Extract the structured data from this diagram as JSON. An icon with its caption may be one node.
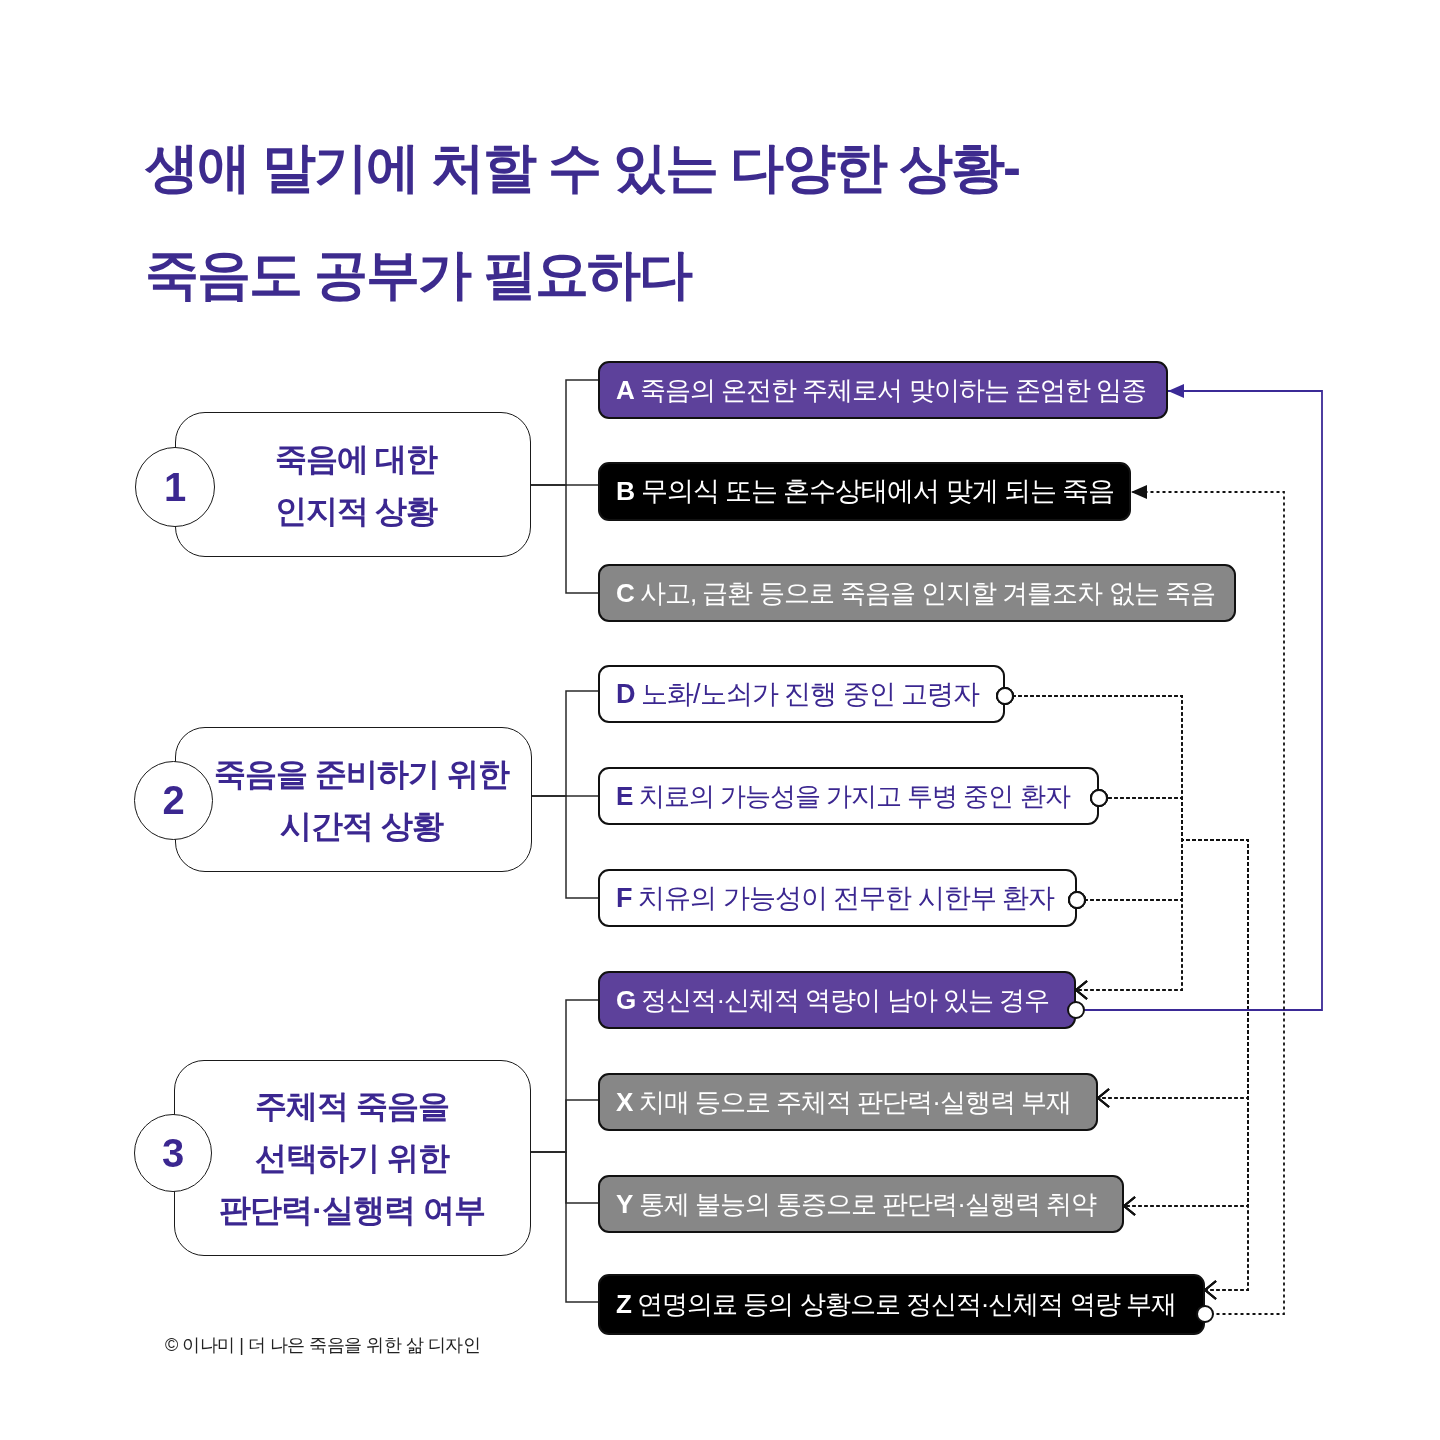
{
  "diagram": {
    "title": "생애 말기에 처할 수 있는 다양한 상황- 죽음도 공부가 필요하다",
    "nodes": [
      {
        "text": [
          "1"
        ]
      },
      {
        "text": [
          "죽음에 대한 인지적 상황"
        ]
      },
      {
        "text": [
          "**A** 죽음의 온전한 주체로서 맞이하는 존엄한 임종"
        ]
      },
      {
        "text": [
          "**B** 무의식 또는 혼수상태에서 맞게 되는 죽음"
        ]
      },
      {
        "text": [
          "**C** 사고, 급환 등으로 죽음을 인지할 겨를조차 없는 죽음"
        ]
      },
      {
        "text": [
          "2"
        ]
      },
      {
        "text": [
          "죽음을 준비하기 위한 시간적 상황"
        ]
      },
      {
        "text": [
          "**D** 노화/노쇠가 진행 중인 고령자"
        ]
      },
      {
        "text": [
          "**E** 치료의 가능성을 가지고 투병 중인 환자"
        ]
      },
      {
        "text": [
          "**F** 치유의 가능성이 전무한 시한부 환자"
        ]
      },
      {
        "text": [
          "3"
        ]
      },
      {
        "text": [
          "주체적 죽음을 선택하기 위한 판단력·실행력 여부"
        ]
      },
      {
        "text": [
          "**G** 정신적·신체적 역량이 남아 있는 경우"
        ]
      },
      {
        "text": [
          "**X** 치매 등으로 주체적 판단력·실행력 부재"
        ]
      },
      {
        "text": [
          "**Y** 통제 불능의 통증으로 판단력·실행력 취약"
        ]
      },
      {
        "text": [
          "**Z** 연명의료 등의 상황으로 정신적·신체적 역량 부재"
        ]
      }
    ],
    "edges": [
      {
        "from": 1,
        "to": 2,
        "arrow": "none"
      },
      {
        "from": 1,
        "to": 3,
        "arrow": "none"
      },
      {
        "from": 1,
        "to": 4,
        "arrow": "none"
      },
      {
        "from": 6,
        "to": 7,
        "arrow": "none"
      },
      {
        "from": 6,
        "to": 8,
        "arrow": "none"
      },
      {
        "from": 6,
        "to": 9,
        "arrow": "none"
      },
      {
        "from": 11,
        "to": 12,
        "arrow": "none"
      },
      {
        "from": 11,
        "to": 13,
        "arrow": "none"
      },
      {
        "from": 11,
        "to": 14,
        "arrow": "none"
      },
      {
        "from": 11,
        "to": 15,
        "arrow": "none"
      },
      {
        "from": 7,
        "to": 12,
        "arrow": "to",
        "style": "dashed"
      },
      {
        "from": 7,
        "to": 13,
        "arrow": "to",
        "style": "dashed"
      },
      {
        "from": 7,
        "to": 14,
        "arrow": "to",
        "style": "dashed"
      },
      {
        "from": 7,
        "to": 15,
        "arrow": "to",
        "style": "dashed"
      },
      {
        "from": 8,
        "to": 12,
        "arrow": "to",
        "style": "dashed"
      },
      {
        "from": 8,
        "to": 13,
        "arrow": "to",
        "style": "dashed"
      },
      {
        "from": 8,
        "to": 14,
        "arrow": "to",
        "style": "dashed"
      },
      {
        "from": 8,
        "to": 15,
        "arrow": "to",
        "style": "dashed"
      },
      {
        "from": 9,
        "to": 12,
        "arrow": "to",
        "style": "dashed"
      },
      {
        "from": 9,
        "to": 13,
        "arrow": "to",
        "style": "dashed"
      },
      {
        "from": 9,
        "to": 14,
        "arrow": "to",
        "style": "dashed"
      },
      {
        "from": 9,
        "to": 15,
        "arrow": "to",
        "style": "dashed"
      },
      {
        "from": 12,
        "to": 2,
        "arrow": "to",
        "color": "#3b2a96"
      },
      {
        "from": 15,
        "to": 3,
        "arrow": "to",
        "style": "dashed"
      }
    ],
    "labels": [
      "© 이나미 | 더 나은 죽음을 위한 삶 디자인"
    ]
  }
}
